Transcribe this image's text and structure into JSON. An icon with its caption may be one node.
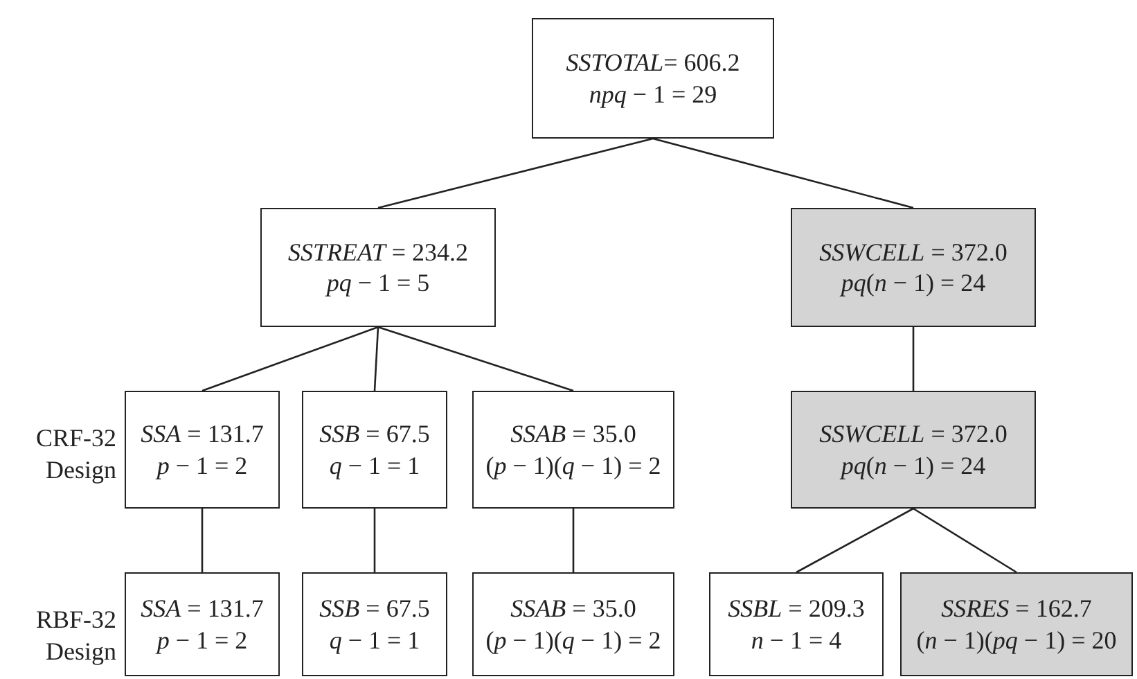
{
  "diagram": {
    "nodes": [
      {
        "text": [
          "*SSTOTAL*= 606.2",
          "*npq* − 1 = 29"
        ]
      },
      {
        "text": [
          "*SSTREAT* = 234.2",
          "*pq* − 1 = 5"
        ]
      },
      {
        "text": [
          "*SSWCELL* = 372.0",
          "*pq*(*n* − 1) = 24"
        ]
      },
      {
        "text": [
          "*SSA* = 131.7",
          "*p* − 1 = 2"
        ]
      },
      {
        "text": [
          "*SSB* = 67.5",
          "*q* − 1 = 1"
        ]
      },
      {
        "text": [
          "*SSAB* = 35.0",
          "(*p* − 1)(*q* − 1) = 2"
        ]
      },
      {
        "text": [
          "*SSWCELL* = 372.0",
          "*pq*(*n* − 1) = 24"
        ]
      },
      {
        "text": [
          "*SSA* = 131.7",
          "*p* − 1 = 2"
        ]
      },
      {
        "text": [
          "*SSB* = 67.5",
          "*q* − 1 = 1"
        ]
      },
      {
        "text": [
          "*SSAB* = 35.0",
          "(*p* − 1)(*q* − 1) = 2"
        ]
      },
      {
        "text": [
          "*SSBL* = 209.3",
          "*n* − 1 = 4"
        ]
      },
      {
        "text": [
          "*SSRES* = 162.7",
          "(*n* − 1)(*pq* − 1) = 20"
        ]
      }
    ],
    "edges": [
      {
        "from": 0,
        "to": 1,
        "arrow": "none"
      },
      {
        "from": 0,
        "to": 2,
        "arrow": "none"
      },
      {
        "from": 1,
        "to": 3,
        "arrow": "none"
      },
      {
        "from": 1,
        "to": 4,
        "arrow": "none"
      },
      {
        "from": 1,
        "to": 5,
        "arrow": "none"
      },
      {
        "from": 2,
        "to": 6,
        "arrow": "none"
      },
      {
        "from": 3,
        "to": 7,
        "arrow": "none"
      },
      {
        "from": 4,
        "to": 8,
        "arrow": "none"
      },
      {
        "from": 5,
        "to": 9,
        "arrow": "none"
      },
      {
        "from": 6,
        "to": 10,
        "arrow": "none"
      },
      {
        "from": 6,
        "to": 11,
        "arrow": "none"
      }
    ],
    "labels": [
      "CRF-32 Design",
      "RBF-32 Design"
    ]
  }
}
